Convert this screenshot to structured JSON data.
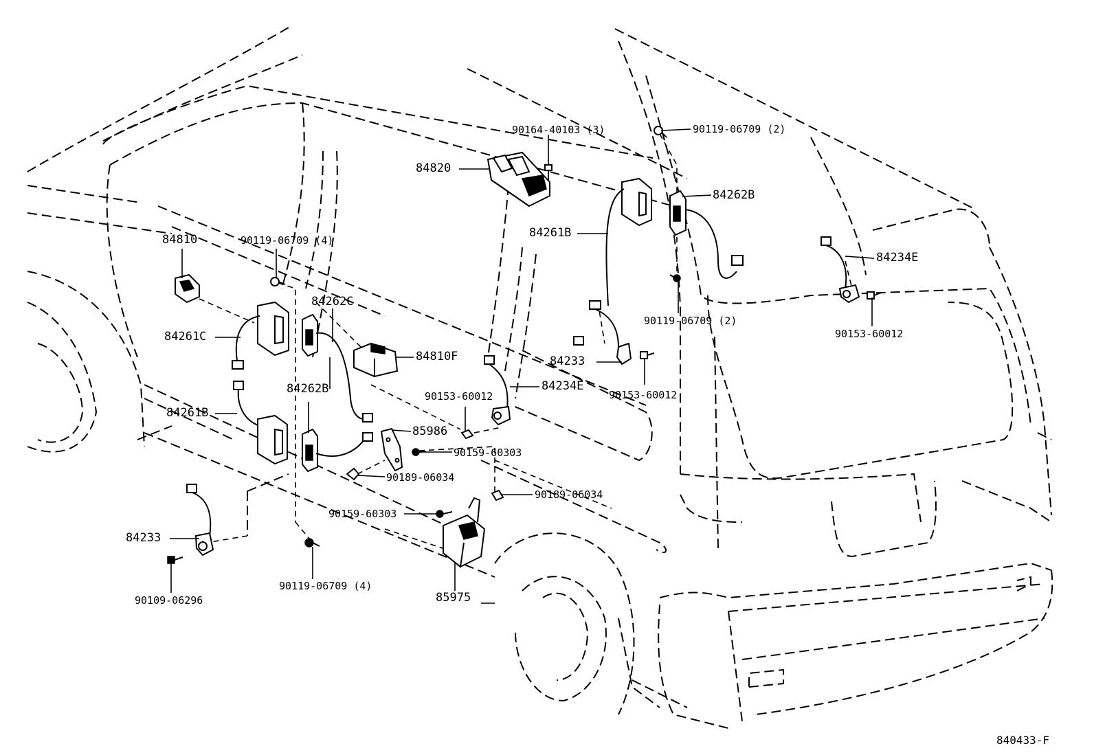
{
  "diagram_code": "840433-F",
  "callouts": [
    {
      "id": "c01",
      "text": "90164-40103 (3)"
    },
    {
      "id": "c02",
      "text": "84820"
    },
    {
      "id": "c03",
      "text": "90119-06709 (2)"
    },
    {
      "id": "c04",
      "text": "84262B"
    },
    {
      "id": "c05",
      "text": "84261B"
    },
    {
      "id": "c06",
      "text": "84234E"
    },
    {
      "id": "c07",
      "text": "84810"
    },
    {
      "id": "c08",
      "text": "90119-06709 (4)"
    },
    {
      "id": "c09",
      "text": "84262C"
    },
    {
      "id": "c10",
      "text": "90119-06709 (2)"
    },
    {
      "id": "c11",
      "text": "90153-60012"
    },
    {
      "id": "c12",
      "text": "84261C"
    },
    {
      "id": "c13",
      "text": "84810F"
    },
    {
      "id": "c14",
      "text": "84233"
    },
    {
      "id": "c15",
      "text": "90153-60012"
    },
    {
      "id": "c16",
      "text": "84234E"
    },
    {
      "id": "c17",
      "text": "84262B"
    },
    {
      "id": "c18",
      "text": "90153-60012"
    },
    {
      "id": "c19",
      "text": "84261B"
    },
    {
      "id": "c20",
      "text": "85986"
    },
    {
      "id": "c21",
      "text": "90159-60303"
    },
    {
      "id": "c22",
      "text": "90189-06034"
    },
    {
      "id": "c23",
      "text": "90189-06034"
    },
    {
      "id": "c24",
      "text": "90159-60303"
    },
    {
      "id": "c25",
      "text": "84233"
    },
    {
      "id": "c26",
      "text": "90109-06296"
    },
    {
      "id": "c27",
      "text": "90119-06709 (4)"
    },
    {
      "id": "c28",
      "text": "85975"
    }
  ]
}
